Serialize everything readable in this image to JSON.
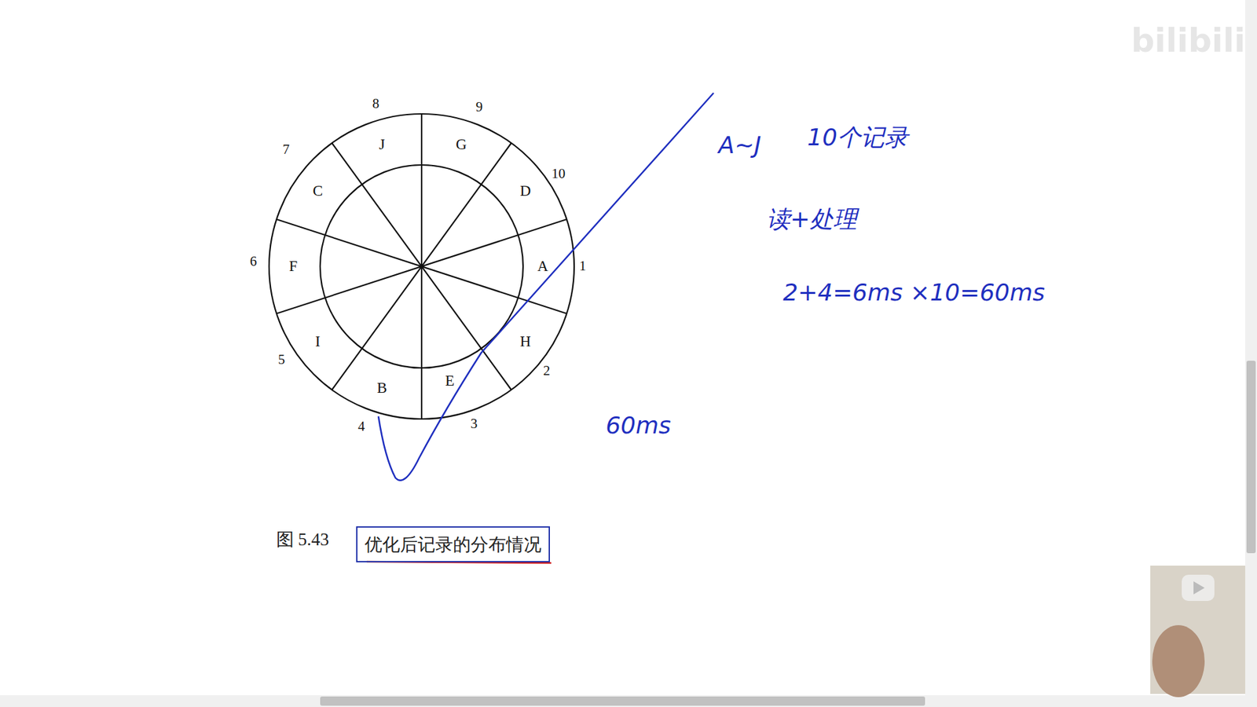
{
  "diagram": {
    "caption": "图 5.43",
    "nodes": [
      {
        "text": [
          "优化后记录的分布情况"
        ]
      }
    ],
    "labels": [
      "J",
      "G",
      "D",
      "A",
      "H",
      "E",
      "B",
      "I",
      "F",
      "C",
      "8",
      "9",
      "10",
      "1",
      "2",
      "3",
      "4",
      "5",
      "6",
      "7",
      "A~J",
      "10个记录",
      "读+处理",
      "2+4=6ms ×10=60ms",
      "60ms",
      "bilibili"
    ]
  }
}
